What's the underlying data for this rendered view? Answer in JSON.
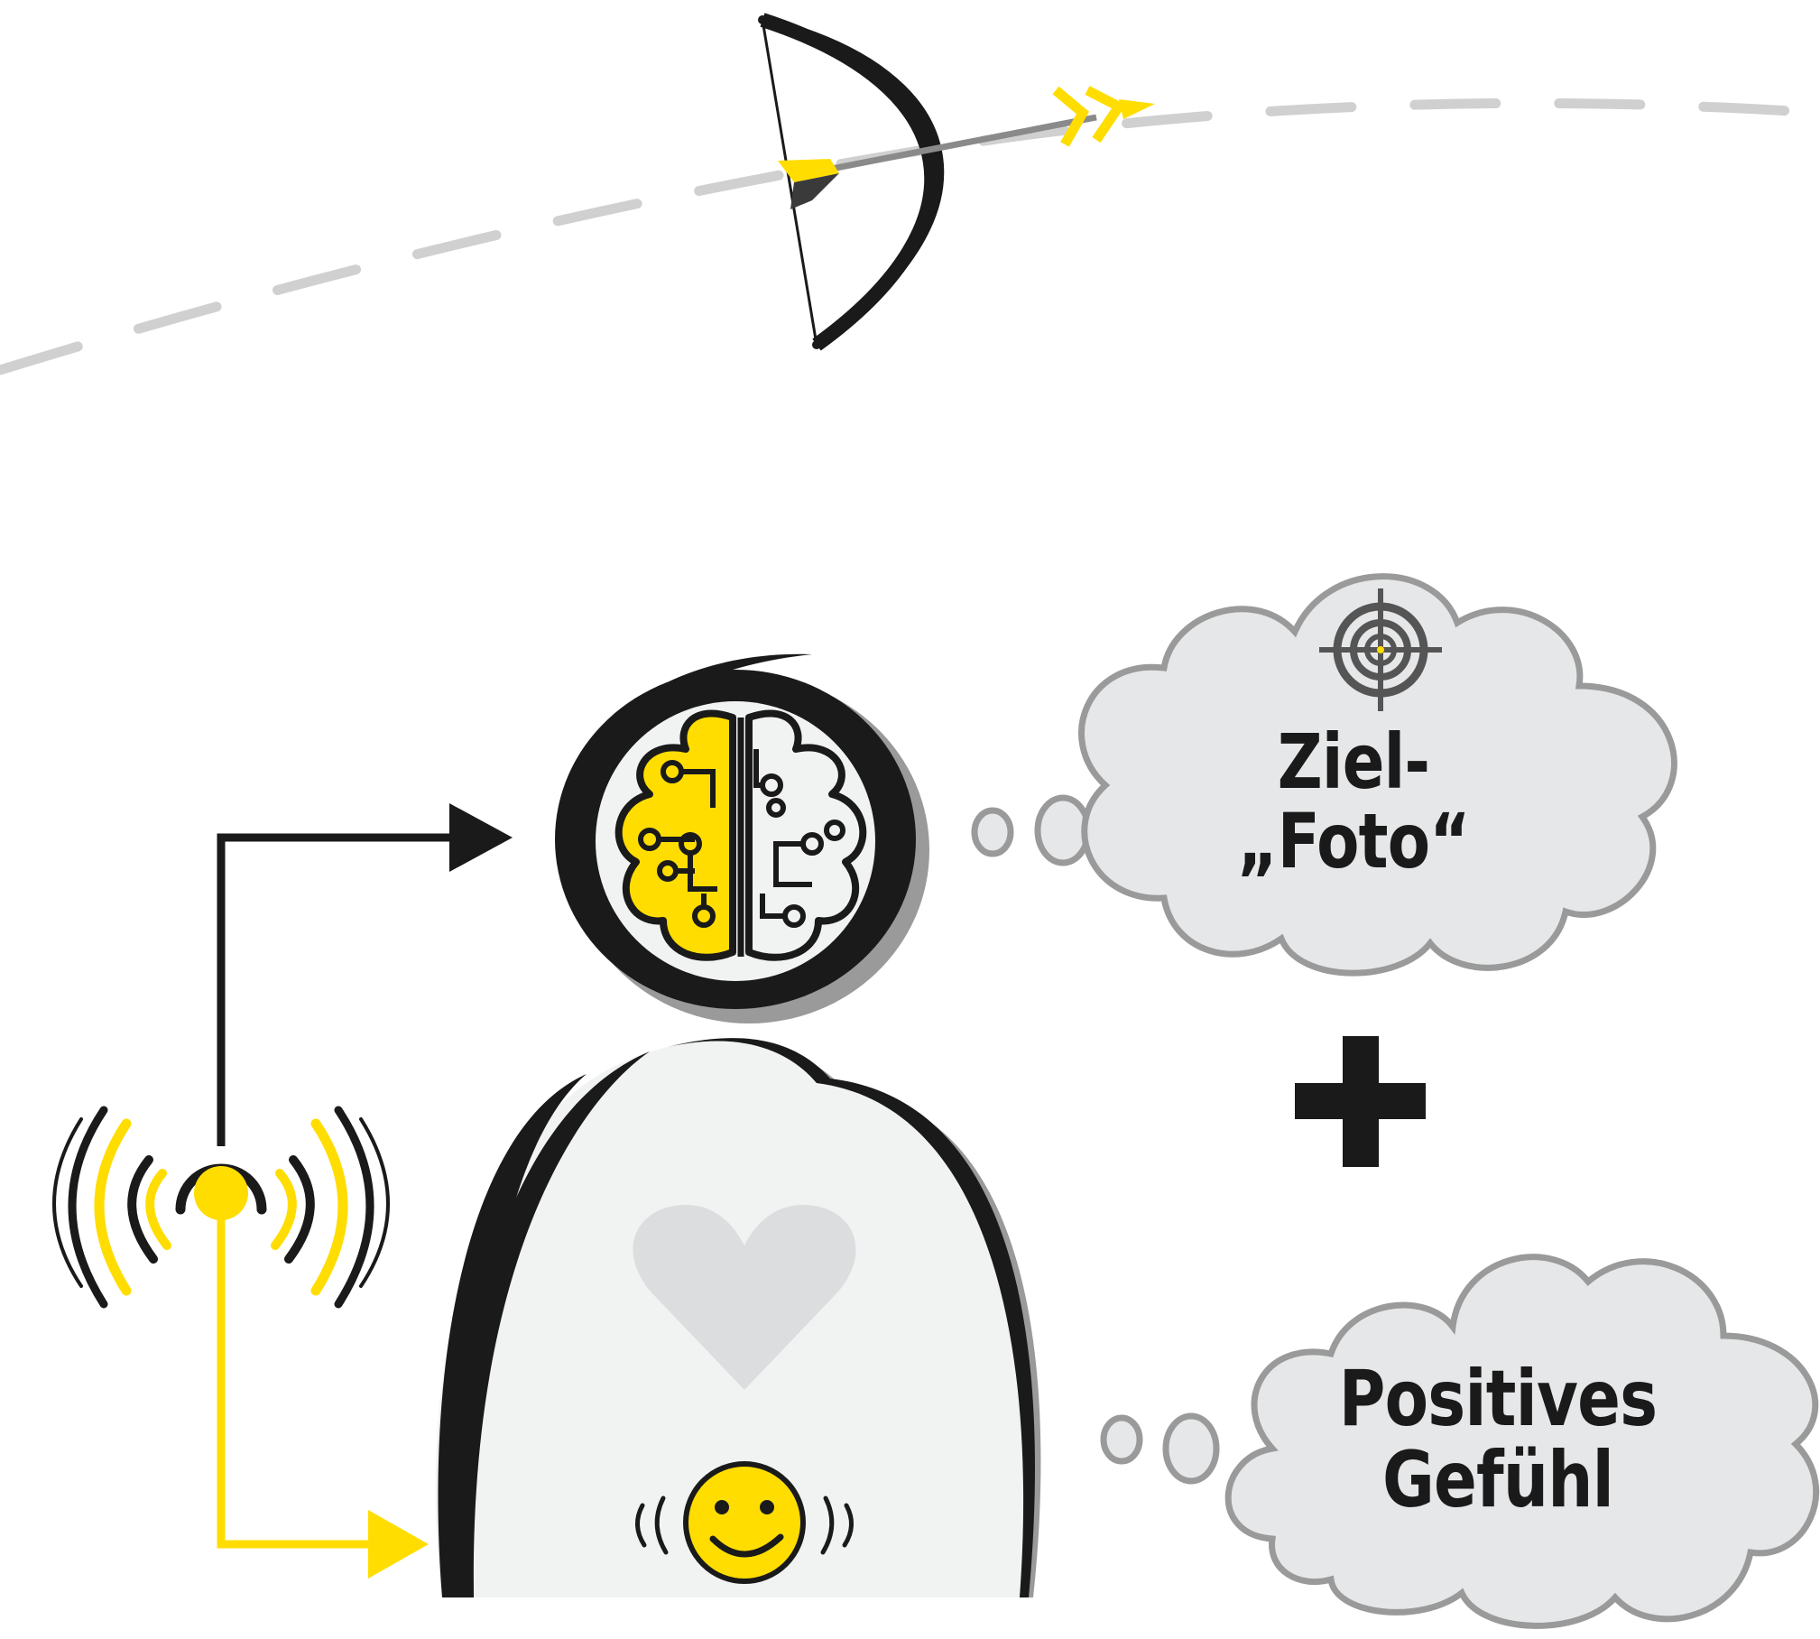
{
  "clouds": {
    "goal_line1": "Ziel-",
    "goal_line2": "„Foto“",
    "feeling_line1": "Positives",
    "feeling_line2": "Gefühl"
  },
  "colors": {
    "accent_yellow": "#ffdd00",
    "ink": "#1a1a1a",
    "cloud_fill": "#e6e7e8",
    "cloud_stroke": "#9a9a9a",
    "dash": "#d0d0d0",
    "body_fill": "#f1f2f2",
    "heart": "#dcdddf"
  },
  "icons": [
    "bow-and-arrow-icon",
    "brain-circuit-icon",
    "target-crosshair-icon",
    "heart-icon",
    "smiley-icon",
    "signal-source-icon",
    "plus-icon"
  ]
}
